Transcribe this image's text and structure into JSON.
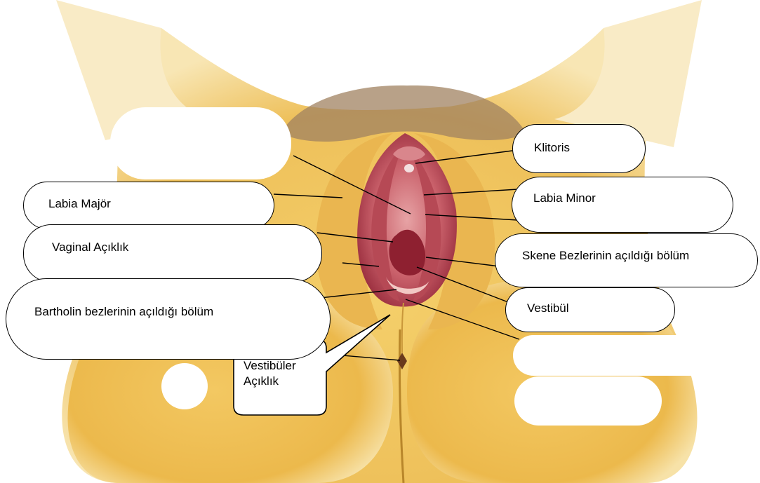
{
  "labels": {
    "klitoris": "Klitoris",
    "labia_minor": "Labia Minor",
    "labia_major": "Labia Majör",
    "vaginal": "Vaginal Açıklık",
    "skene": "Skene Bezlerinin açıldığı bölüm",
    "vestibul": "Vestibül",
    "bartholin": "Bartholin bezlerinin açıldığı bölüm",
    "vestibuler_line1": "Vestibüler",
    "vestibuler_line2": "Açıklık"
  },
  "colors": {
    "skin": "#f0c65a",
    "skin_light": "#f8e4a8",
    "skin_shadow": "#d99c2a",
    "mucosa": "#c85a63",
    "mucosa_dark": "#8e2030",
    "hair": "#8a6a48"
  }
}
